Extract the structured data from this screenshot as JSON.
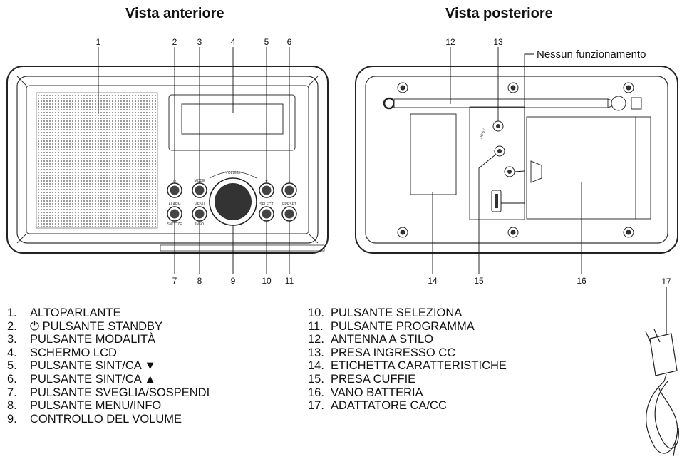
{
  "headings": {
    "front": "Vista anteriore",
    "rear": "Vista posteriore"
  },
  "note_no_function": "Nessun funzionamento",
  "callout_numbers": {
    "n1": "1",
    "n2": "2",
    "n3": "3",
    "n4": "4",
    "n5": "5",
    "n6": "6",
    "n7": "7",
    "n8": "8",
    "n9": "9",
    "n10": "10",
    "n11": "11",
    "n12": "12",
    "n13": "13",
    "n14": "14",
    "n15": "15",
    "n16": "16",
    "n17": "17"
  },
  "button_labels": {
    "mode": "MODE",
    "alarm": "ALARM",
    "snooze": "SNOOZE",
    "menu": "MENU",
    "info": "INFO",
    "volume": "VOLUME",
    "select": "SELECT",
    "preset": "PRESET",
    "down": "▼",
    "up": "▲",
    "dc": "DC 6V"
  },
  "legend_left": [
    {
      "num": "1.",
      "text": "ALTOPARLANTE"
    },
    {
      "num": "2.",
      "text": "⏻ PULSANTE STANDBY"
    },
    {
      "num": "3.",
      "text": "PULSANTE MODALITÀ"
    },
    {
      "num": "4.",
      "text": "SCHERMO LCD"
    },
    {
      "num": "5.",
      "text": "PULSANTE SINT/CA ▼"
    },
    {
      "num": "6.",
      "text": "PULSANTE SINT/CA ▲"
    },
    {
      "num": "7.",
      "text": "PULSANTE SVEGLIA/SOSPENDI"
    },
    {
      "num": "8.",
      "text": "PULSANTE MENU/INFO"
    },
    {
      "num": "9.",
      "text": "CONTROLLO DEL VOLUME"
    }
  ],
  "legend_right": [
    {
      "num": "10.",
      "text": "PULSANTE SELEZIONA"
    },
    {
      "num": "11.",
      "text": "PULSANTE PROGRAMMA"
    },
    {
      "num": "12.",
      "text": "ANTENNA A STILO"
    },
    {
      "num": "13.",
      "text": "PRESA INGRESSO CC"
    },
    {
      "num": "14.",
      "text": "ETICHETTA CARATTERISTICHE"
    },
    {
      "num": "15.",
      "text": "PRESA CUFFIE"
    },
    {
      "num": "16.",
      "text": "VANO BATTERIA"
    },
    {
      "num": "17.",
      "text": "ADATTATORE CA/CC"
    }
  ]
}
